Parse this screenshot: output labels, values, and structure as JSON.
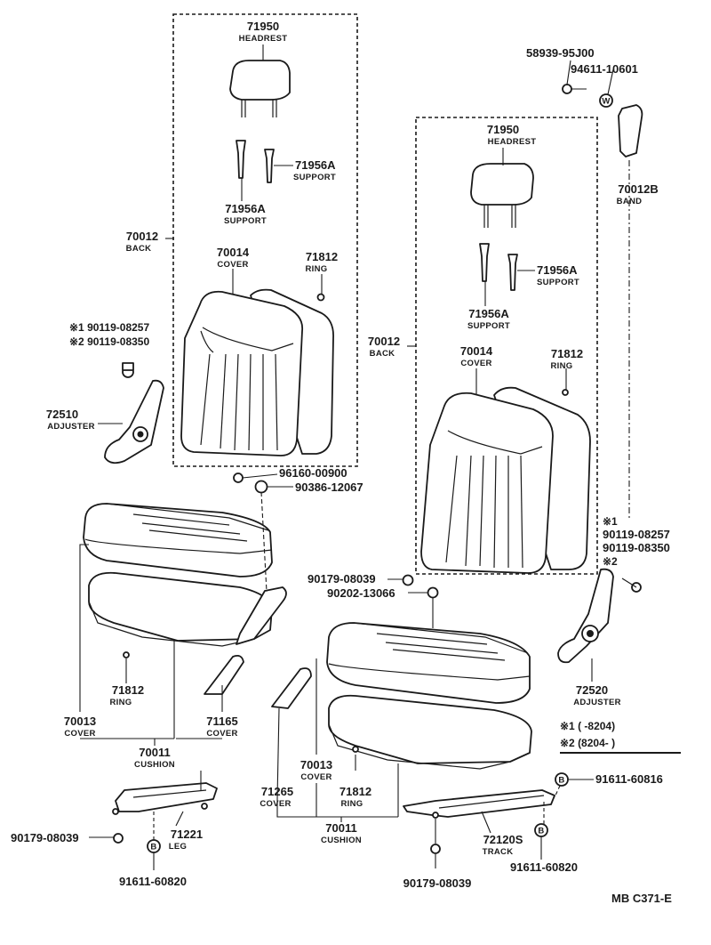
{
  "labels": {
    "l_headrest_1_pn": "71950",
    "l_headrest_1_nm": "HEADREST",
    "l_support_1a_pn": "71956A",
    "l_support_1a_nm": "SUPPORT",
    "l_support_1b_pn": "71956A",
    "l_support_1b_nm": "SUPPORT",
    "l_back_1_pn": "70012",
    "l_back_1_nm": "BACK",
    "l_cover_1_pn": "70014",
    "l_cover_1_nm": "COVER",
    "l_ring_1_pn": "71812",
    "l_ring_1_nm": "RING",
    "l_bolt_1a": "※1 90119-08257",
    "l_bolt_1b": "※2 90119-08350",
    "l_adjuster_1_pn": "72510",
    "l_adjuster_1_nm": "ADJUSTER",
    "l_nut_a": "96160-00900",
    "l_nut_b": "90386-12067",
    "l_bolt_top": "58939-95J00",
    "l_washer_top": "94611-10601",
    "l_band_pn": "70012B",
    "l_band_nm": "BAND",
    "l_headrest_2_pn": "71950",
    "l_headrest_2_nm": "HEADREST",
    "l_support_2a_pn": "71956A",
    "l_support_2a_nm": "SUPPORT",
    "l_support_2b_pn": "71956A",
    "l_support_2b_nm": "SUPPORT",
    "l_back_2_pn": "70012",
    "l_back_2_nm": "BACK",
    "l_cover_2_pn": "70014",
    "l_cover_2_nm": "COVER",
    "l_ring_2_pn": "71812",
    "l_ring_2_nm": "RING",
    "l_mark1": "※1",
    "l_bolt_2a": "90119-08257",
    "l_bolt_2b": "90119-08350",
    "l_mark2": "※2",
    "l_nut_c": "90179-08039",
    "l_nut_d": "90202-13066",
    "l_adjuster_2_pn": "72520",
    "l_adjuster_2_nm": "ADJUSTER",
    "l_ring_3_pn": "71812",
    "l_ring_3_nm": "RING",
    "l_cover_3_pn": "70013",
    "l_cover_3_nm": "COVER",
    "l_cover_4_pn": "71165",
    "l_cover_4_nm": "COVER",
    "l_cushion_1_pn": "70011",
    "l_cushion_1_nm": "CUSHION",
    "l_nut_e": "90179-08039",
    "l_leg_pn": "71221",
    "l_leg_nm": "LEG",
    "l_bolt_f": "91611-60820",
    "l_cover_5_pn": "70013",
    "l_cover_5_nm": "COVER",
    "l_cover_6_pn": "71265",
    "l_cover_6_nm": "COVER",
    "l_ring_4_pn": "71812",
    "l_ring_4_nm": "RING",
    "l_cushion_2_pn": "70011",
    "l_cushion_2_nm": "CUSHION",
    "l_track_pn": "72120S",
    "l_track_nm": "TRACK",
    "l_bolt_g": "91611-60816",
    "l_bolt_h": "91611-60820",
    "l_nut_i": "90179-08039",
    "l_foot_1": "※1 (      -8204)",
    "l_foot_2": "※2 (8204-      )",
    "l_code": "MB  C371-E"
  },
  "markers": {
    "b": "B",
    "w": "W"
  }
}
